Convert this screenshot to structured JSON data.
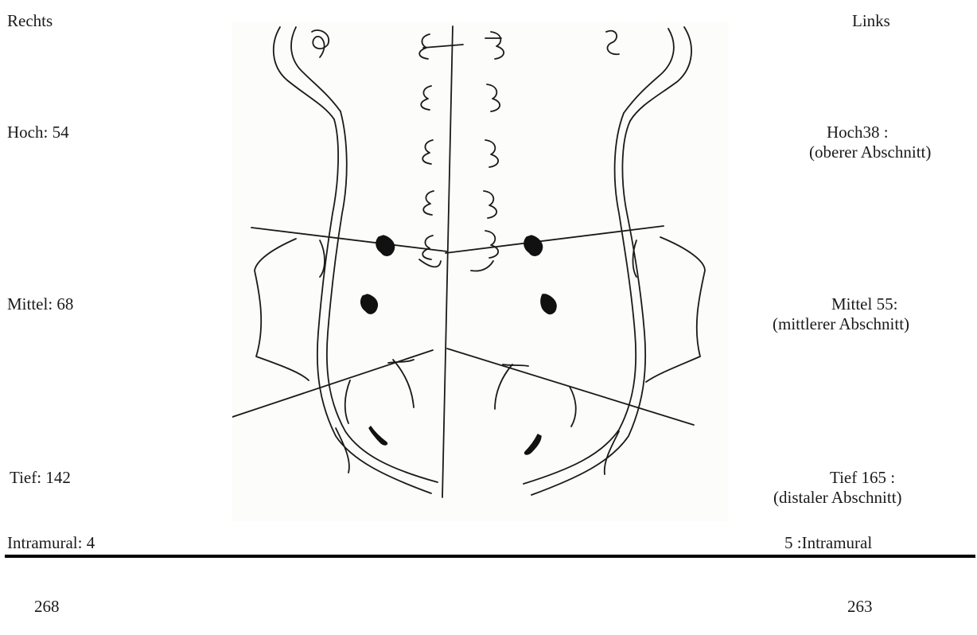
{
  "header": {
    "right_side": "Rechts",
    "left_side": "Links"
  },
  "right_column": {
    "hoch": "Hoch: 54",
    "mittel": "Mittel: 68",
    "tief": "Tief: 142",
    "intramural": "Intramural: 4",
    "total": "268"
  },
  "left_column": {
    "hoch": "Hoch38 :",
    "hoch_note": "(oberer Abschnitt)",
    "mittel": "Mittel 55:",
    "mittel_note": "(mittlerer Abschnitt)",
    "tief": "Tief 165 :",
    "tief_note": "(distaler Abschnitt)",
    "intramural": "5 :Intramural",
    "total": "263"
  },
  "figure": {
    "colors": {
      "line": "#1a1a1a",
      "stone": "#111111",
      "background": "#fcfcfb"
    },
    "stones": [
      {
        "side": "right",
        "segment": "hoch"
      },
      {
        "side": "left",
        "segment": "hoch"
      },
      {
        "side": "right",
        "segment": "mittel"
      },
      {
        "side": "left",
        "segment": "mittel"
      },
      {
        "side": "right",
        "segment": "tief"
      },
      {
        "side": "left",
        "segment": "tief"
      }
    ]
  }
}
